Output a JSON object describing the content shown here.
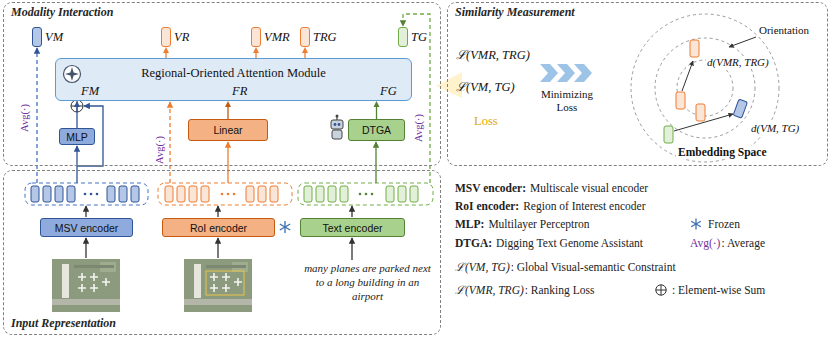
{
  "diagram": {
    "nodes": [
      {
        "text": [
          "Modality Interaction"
        ]
      },
      {
        "text": [
          "VM"
        ],
        "in": 0
      },
      {
        "text": [
          "VR"
        ],
        "in": 0
      },
      {
        "text": [
          "VMR"
        ],
        "in": 0
      },
      {
        "text": [
          "TRG"
        ],
        "in": 0
      },
      {
        "text": [
          "TG"
        ],
        "in": 0
      },
      {
        "text": [
          "Regional-Oriented Attention Module"
        ],
        "in": 0
      },
      {
        "text": [
          "MLP"
        ],
        "in": 0
      },
      {
        "text": [
          "Linear"
        ],
        "in": 0
      },
      {
        "text": [
          "DTGA"
        ],
        "in": 0
      },
      {
        "text": [
          "Similarity Measurement"
        ]
      },
      {
        "text": [
          "Input Representation"
        ]
      },
      {
        "text": [
          "MSV encoder"
        ],
        "in": 11
      },
      {
        "text": [
          "RoI encoder"
        ],
        "in": 11
      },
      {
        "text": [
          "Text encoder"
        ],
        "in": 11
      }
    ],
    "edges": [
      {
        "from": 7,
        "to": 6,
        "arrow": "to"
      },
      {
        "from": 8,
        "to": 6,
        "arrow": "to"
      },
      {
        "from": 9,
        "to": 6,
        "arrow": "to"
      },
      {
        "from": 6,
        "to": 2,
        "arrow": "to"
      },
      {
        "from": 6,
        "to": 3,
        "arrow": "to"
      },
      {
        "from": 6,
        "to": 4,
        "arrow": "to"
      }
    ],
    "labels": [
      "FM",
      "FR",
      "FG",
      "Avg(·)",
      "Avg(·)",
      "Avg(·)",
      "many planes are parked next to a long building in an airport",
      "ℒ(VMR, TRG)",
      "ℒ(VM, TG)",
      "Loss",
      "Minimizing Loss",
      "Orientation",
      "d(VMR, TRG)",
      "d(VM, TG)",
      "Embedding Space",
      "MSV encoder:",
      "Multiscale visual encoder",
      "RoI encoder:",
      "Region of Interest encoder",
      "MLP:",
      "Multilayer Perceptron",
      "Frozen",
      "DTGA:",
      "Digging Text Genome Assistant",
      "Avg(·)",
      ": Average",
      "ℒ(VM, TG)",
      ": Global Visual-semantic Constraint",
      "ℒ(VMR, TRG)",
      ": Ranking Loss",
      ": Element-wise Sum"
    ]
  }
}
